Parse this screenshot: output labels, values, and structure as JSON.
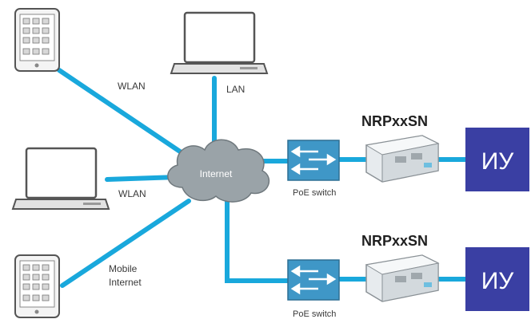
{
  "links": {
    "wlan_top": "WLAN",
    "lan": "LAN",
    "wlan_mid": "WLAN",
    "mobile_line1": "Mobile",
    "mobile_line2": "Internet"
  },
  "cloud": {
    "label": "Internet"
  },
  "switches": [
    {
      "label": "PoE switch"
    },
    {
      "label": "PoE switch"
    }
  ],
  "modules": [
    {
      "title": "NRPxxSN"
    },
    {
      "title": "NRPxxSN"
    }
  ],
  "endpoints": [
    {
      "label": "ИУ"
    },
    {
      "label": "ИУ"
    }
  ],
  "colors": {
    "line": "#19a8dc",
    "endpoint": "#3a3fa3",
    "switch": "#3f97c7"
  }
}
